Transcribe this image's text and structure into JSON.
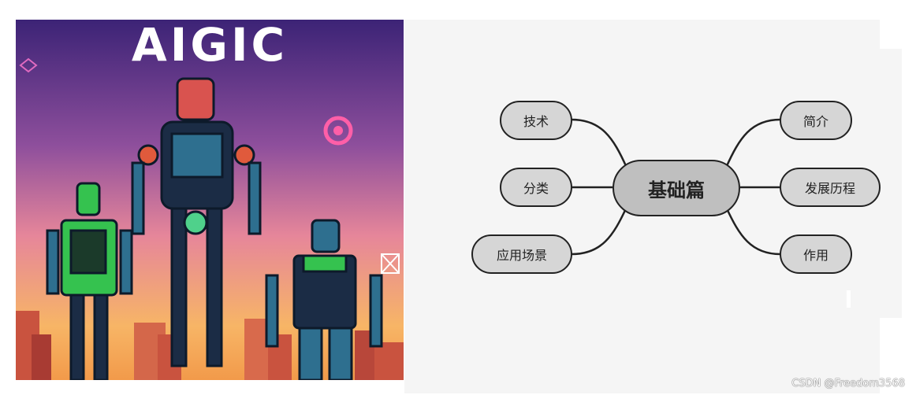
{
  "poster": {
    "title": "AIGIC"
  },
  "mindmap": {
    "center": "基础篇",
    "left_nodes": [
      "技术",
      "分类",
      "应用场景"
    ],
    "right_nodes": [
      "简介",
      "发展历程",
      "作用"
    ]
  },
  "watermark": "CSDN @Freedom3568"
}
